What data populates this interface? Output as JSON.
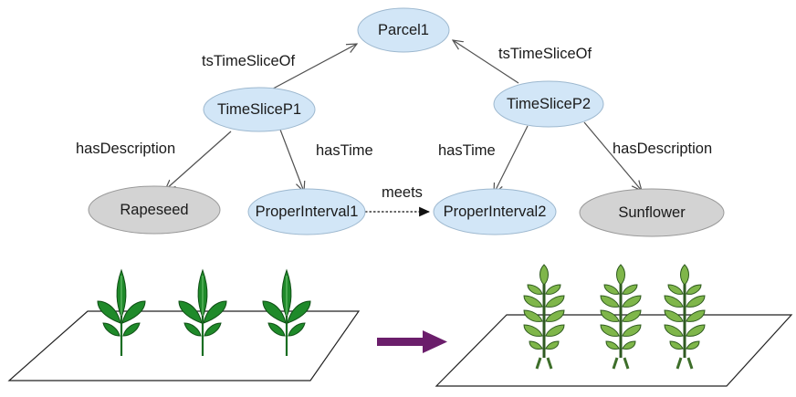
{
  "nodes": {
    "parcel1": {
      "label": "Parcel1",
      "fill": "#d2e6f7"
    },
    "timeslice_p1": {
      "label": "TimeSliceP1",
      "fill": "#d2e6f7"
    },
    "timeslice_p2": {
      "label": "TimeSliceP2",
      "fill": "#d2e6f7"
    },
    "rapeseed": {
      "label": "Rapeseed",
      "fill": "#d3d3d3"
    },
    "proper_interval1": {
      "label": "ProperInterval1",
      "fill": "#d2e6f7"
    },
    "proper_interval2": {
      "label": "ProperInterval2",
      "fill": "#d2e6f7"
    },
    "sunflower": {
      "label": "Sunflower",
      "fill": "#d3d3d3"
    }
  },
  "edges": {
    "ts_timeslice_of_1": "tsTimeSliceOf",
    "ts_timeslice_of_2": "tsTimeSliceOf",
    "has_description_1": "hasDescription",
    "has_time_1": "hasTime",
    "has_time_2": "hasTime",
    "has_description_2": "hasDescription",
    "meets": "meets"
  },
  "colors": {
    "node_border": "#9db8cf",
    "gray_border": "#9a9a9a",
    "edge": "#505050",
    "transition_arrow": "#6b1e6b",
    "rapeseed_leaf": "#1f8a2a",
    "sunflower_leaf": "#7fb64a"
  },
  "illustrations": {
    "left_field": "rapeseed-seedlings-field",
    "transition": "transition-arrow-icon",
    "right_field": "sunflower-seedlings-field"
  }
}
